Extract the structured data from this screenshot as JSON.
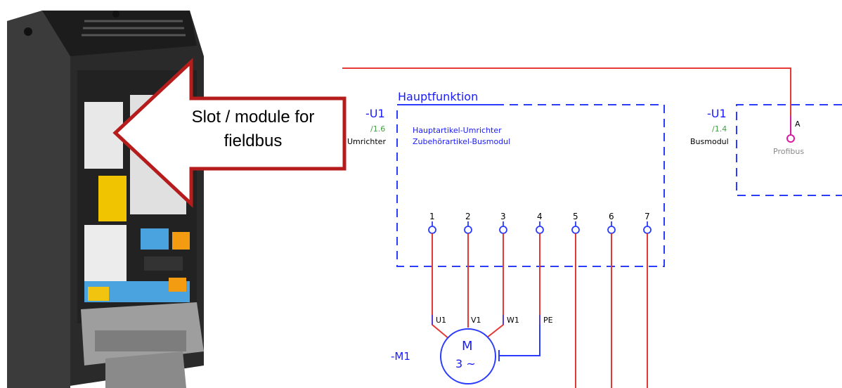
{
  "callout": {
    "line1": "Slot / module for",
    "line2": "fieldbus"
  },
  "main_function": {
    "title": "Hauptfunktion",
    "tag": "-U1",
    "ref": "/1.6",
    "name": "Umrichter",
    "item1": "Hauptartikel-Umrichter",
    "item2": "Zubehörartikel-Busmodul"
  },
  "bus_module": {
    "tag": "-U1",
    "ref": "/1.4",
    "name": "Busmodul",
    "port": "A",
    "protocol": "Profibus"
  },
  "terminals": [
    "1",
    "2",
    "3",
    "4",
    "5",
    "6",
    "7"
  ],
  "motor": {
    "tag": "-M1",
    "letter": "M",
    "phase": "3 ~"
  },
  "wires": [
    "U1",
    "V1",
    "W1",
    "PE"
  ],
  "colors": {
    "red_line": "#e53935",
    "dashed_box": "#2b3cff",
    "pink_port": "#d81b9f",
    "callout_border": "#b71c1c"
  }
}
